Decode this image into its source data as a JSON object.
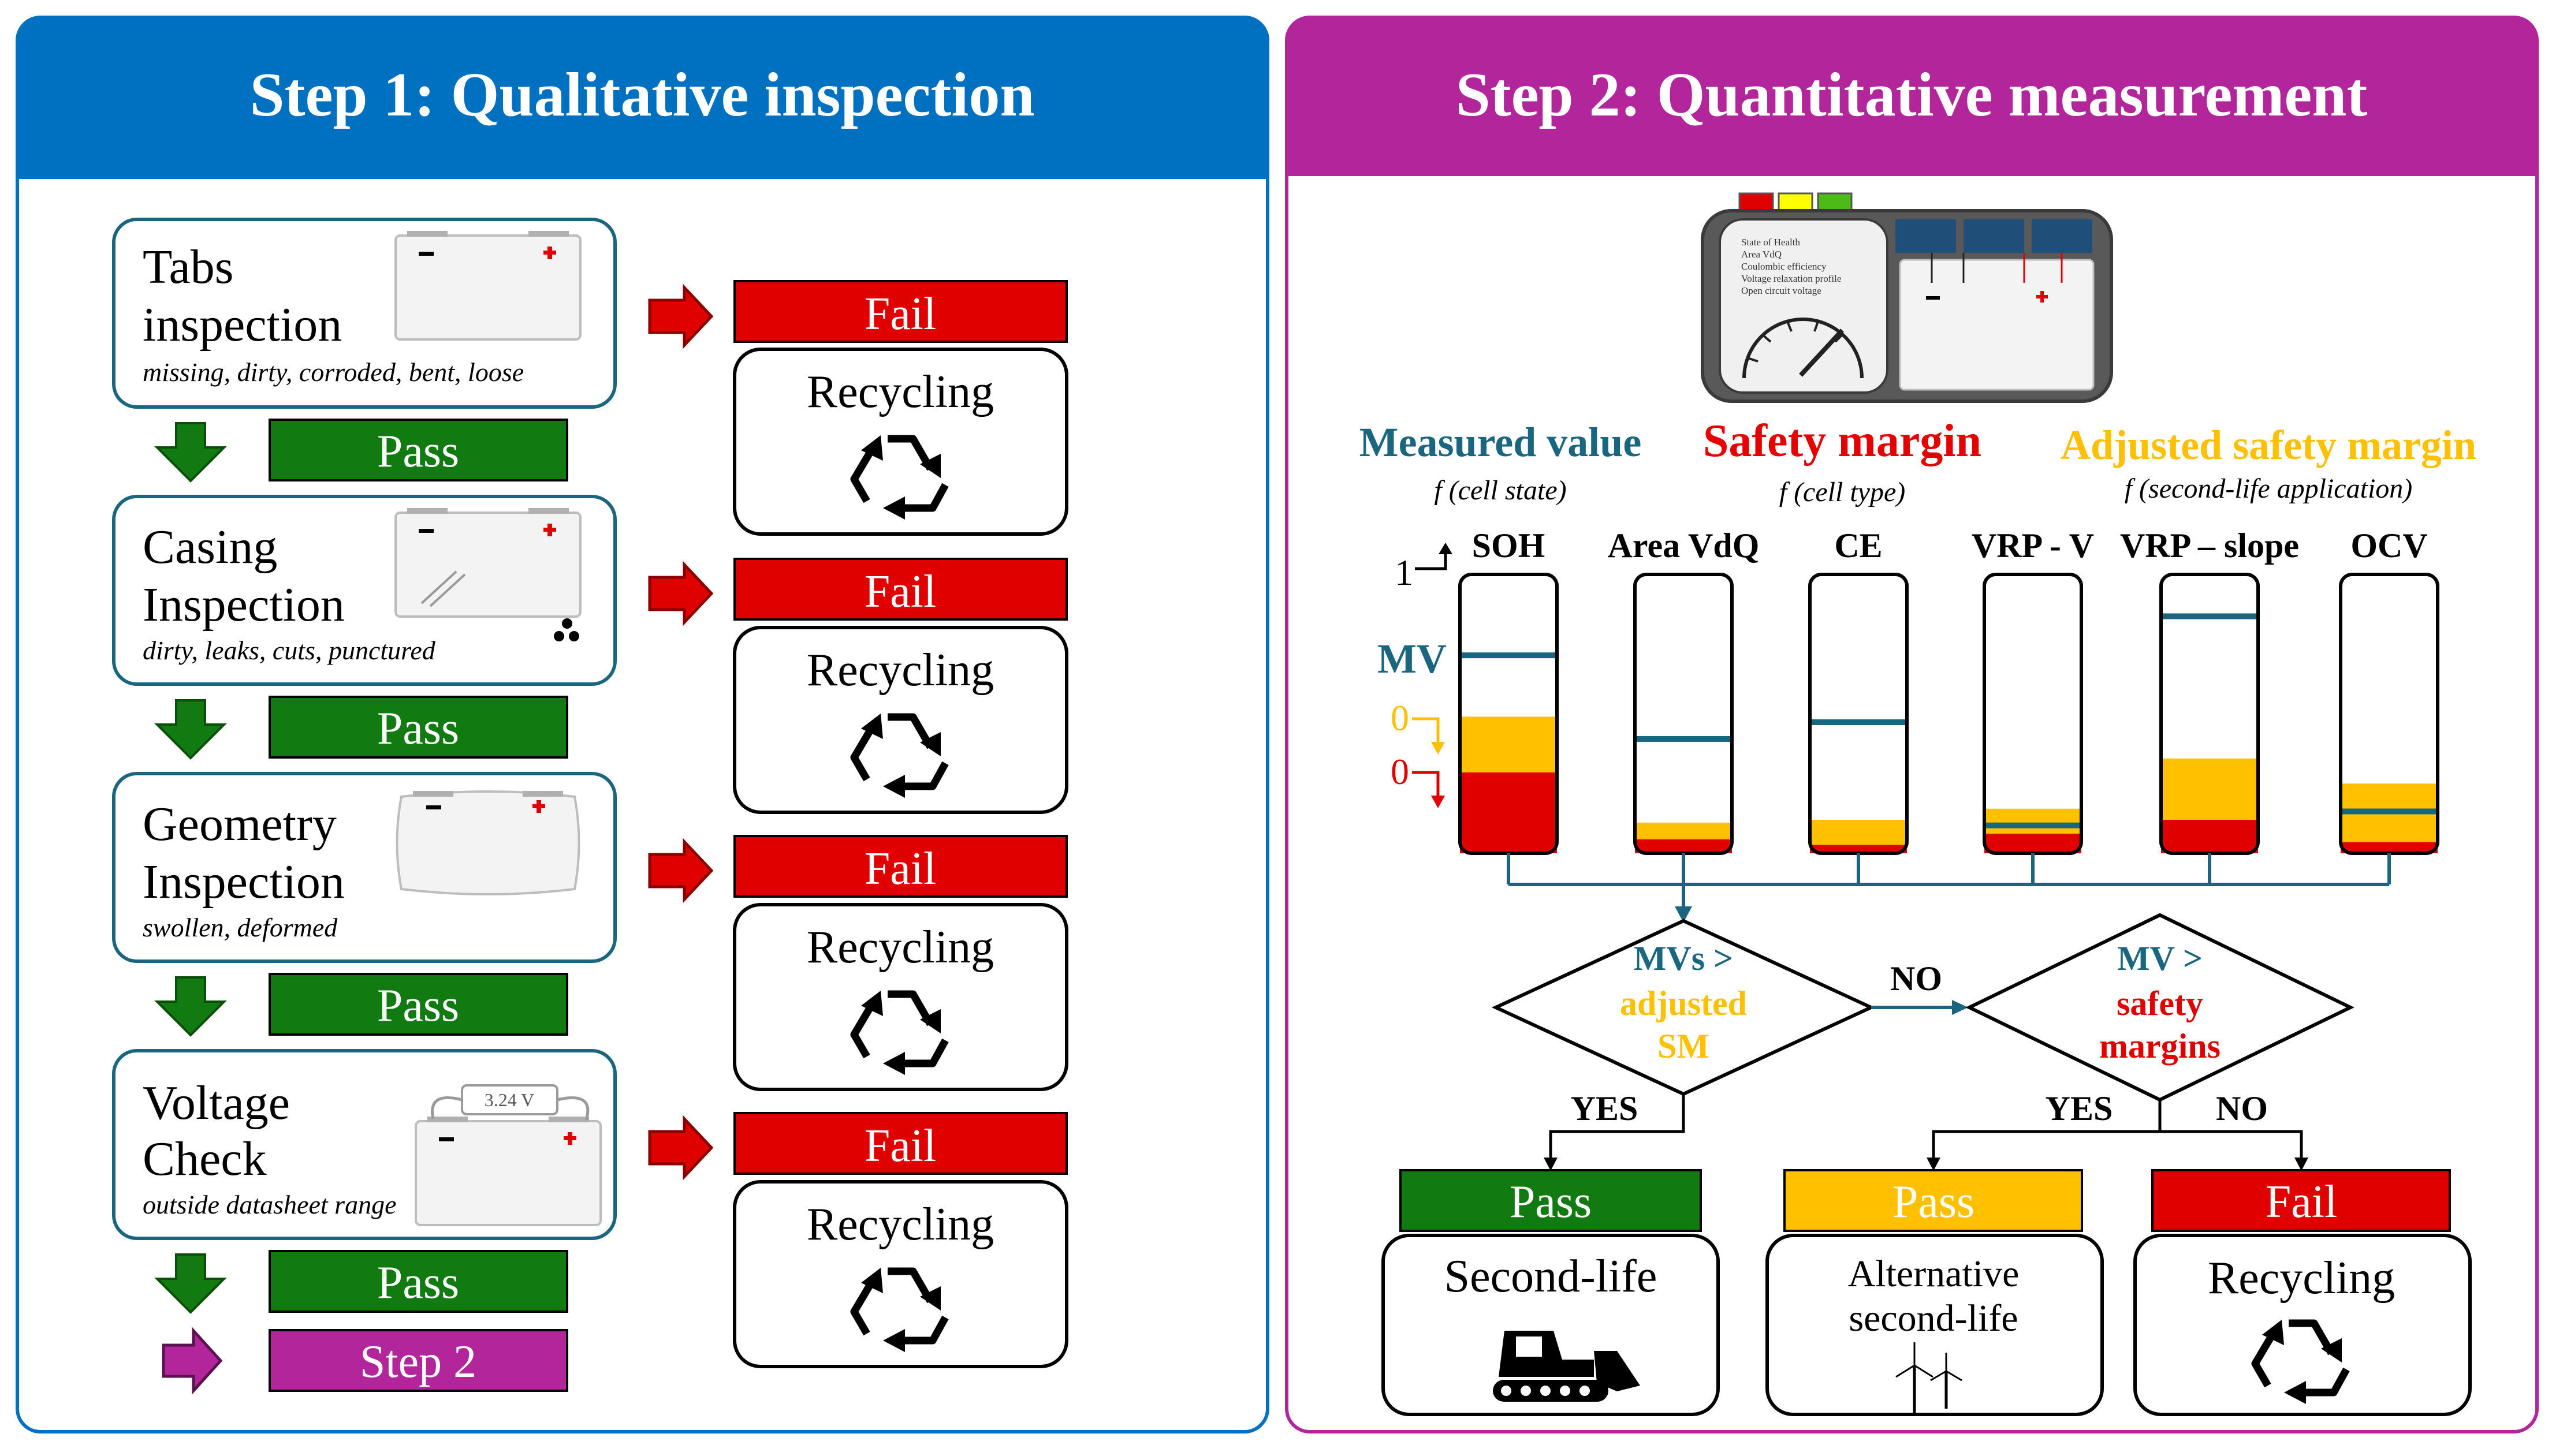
{
  "step1": {
    "title": "Step 1: Qualitative inspection",
    "checks": [
      {
        "title1": "Tabs",
        "title2": "inspection",
        "criteria": "missing, dirty, corroded, bent, loose"
      },
      {
        "title1": "Casing",
        "title2": "Inspection",
        "criteria": "dirty, leaks, cuts, punctured"
      },
      {
        "title1": "Geometry",
        "title2": "Inspection",
        "criteria": "swollen, deformed"
      },
      {
        "title1": "Voltage",
        "title2": "Check",
        "criteria": "outside datasheet range"
      }
    ],
    "pass_label": "Pass",
    "fail_label": "Fail",
    "recycling_label": "Recycling",
    "step2_label": "Step 2",
    "voltage_reading": "3.24 V"
  },
  "step2": {
    "title": "Step 2: Quantitative measurement",
    "device_lines": [
      "State of Health",
      "Area VdQ",
      "Coulombic efficiency",
      "Voltage relaxation profile",
      "Open circuit voltage"
    ],
    "legend": [
      {
        "label": "Measured value",
        "sub": "f (cell state)",
        "color": "#1a6680"
      },
      {
        "label": "Safety margin",
        "sub": "f (cell type)",
        "color": "#e60000"
      },
      {
        "label": "Adjusted safety margin",
        "sub": "f (second-life application)",
        "color": "#ffc000"
      }
    ],
    "axis_top": "1",
    "mv_label": "MV",
    "zero_label": "0",
    "metrics": [
      {
        "label": "SOH",
        "mv": 0.71,
        "adjusted_sm": 0.49,
        "safety_margin": 0.29
      },
      {
        "label": "Area VdQ",
        "mv": 0.41,
        "adjusted_sm": 0.11,
        "safety_margin": 0.05
      },
      {
        "label": "CE",
        "mv": 0.47,
        "adjusted_sm": 0.12,
        "safety_margin": 0.03
      },
      {
        "label": "VRP - V",
        "mv": 0.1,
        "adjusted_sm": 0.16,
        "safety_margin": 0.07
      },
      {
        "label": "VRP – slope",
        "mv": 0.85,
        "adjusted_sm": 0.34,
        "safety_margin": 0.12
      },
      {
        "label": "OCV",
        "mv": 0.15,
        "adjusted_sm": 0.25,
        "safety_margin": 0.04
      }
    ],
    "decision1": {
      "line1": "MVs >",
      "line2": "adjusted",
      "line3": "SM"
    },
    "decision2": {
      "line1": "MV >",
      "line2": "safety",
      "line3": "margins"
    },
    "yes_label": "YES",
    "no_label": "NO",
    "outcomes": [
      {
        "status": "Pass",
        "label1": "Second-life",
        "label2": "",
        "color": "#117a11"
      },
      {
        "status": "Pass",
        "label1": "Alternative",
        "label2": "second-life",
        "color": "#ffc000"
      },
      {
        "status": "Fail",
        "label1": "Recycling",
        "label2": "",
        "color": "#e00000"
      }
    ]
  },
  "colors": {
    "blue": "#0070c0",
    "magenta": "#b3259b",
    "green": "#117a11",
    "red": "#e00000",
    "teal": "#1a6680",
    "amber": "#ffc000"
  }
}
